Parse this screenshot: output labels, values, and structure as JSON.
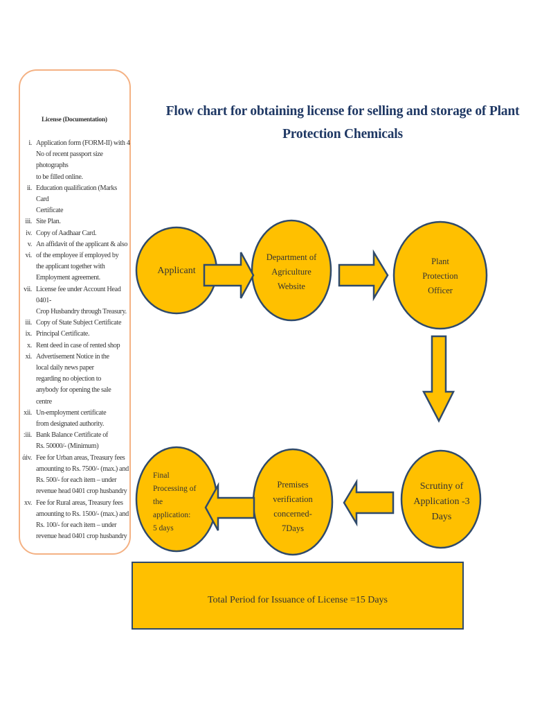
{
  "title": {
    "line1": "Flow chart for obtaining license for selling and storage of Plant",
    "line2": "Protection Chemicals"
  },
  "documentation": {
    "heading": "License (Documentation)",
    "items": [
      {
        "num": "i.",
        "text": "Application form (FORM-II) with 4\nNo of recent passport size photographs\nto be filled online."
      },
      {
        "num": "ii.",
        "text": "Education qualification  (Marks Card\nCertificate"
      },
      {
        "num": "iii.",
        "text": "Site Plan."
      },
      {
        "num": "iv.",
        "text": " Copy of Aadhaar Card."
      },
      {
        "num": "v.",
        "text": "An affidavit of the applicant & also"
      },
      {
        "num": "vi.",
        "text": "of the employee if employed by\nthe applicant together with\n Employment agreement."
      },
      {
        "num": "vii.",
        "text": "License fee under Account Head 0401-\nCrop Husbandry through Treasury."
      },
      {
        "num": "iii.",
        "text": "Copy of State Subject Certificate"
      },
      {
        "num": "ix.",
        "text": "Principal Certificate."
      },
      {
        "num": "x.",
        "text": "Rent deed in case of rented shop"
      },
      {
        "num": "xi.",
        "text": "Advertisement Notice in the\nlocal daily news paper\nregarding no objection to\nanybody for opening the sale\ncentre"
      },
      {
        "num": "xii.",
        "text": "Un-employment  certificate\nfrom designated authority."
      },
      {
        "num": ":iii.",
        "text": "Bank Balance Certificate of\nRs. 50000/- (Minimum)"
      },
      {
        "num": "άiv.",
        "text": " Fee for Urban areas, Treasury fees\namounting to Rs. 7500/- (max.) and\nRs. 500/- for each item –  under\nrevenue head 0401 crop husbandry"
      },
      {
        "num": "xv.",
        "text": "Fee for Rural areas, Treasury fees\namounting to Rs. 1500/- (max.) and\nRs. 100/- for each item –  under\nrevenue head 0401 crop husbandry"
      }
    ]
  },
  "steps": {
    "applicant": "Applicant",
    "department": "Department of\nAgriculture\nWebsite",
    "officer": "Plant\nProtection\nOfficer",
    "scrutiny": "Scrutiny of\nApplication -3\nDays",
    "premises": "Premises\nverification\nconcerned-\n7Days",
    "final": "Final\nProcessing of\nthe\napplication:\n5 days"
  },
  "total": "Total Period for Issuance of License =15 Days",
  "colors": {
    "fill": "#FFC000",
    "outline": "#2F4A6B",
    "doc_border": "#F4B183",
    "title": "#1F3864"
  }
}
